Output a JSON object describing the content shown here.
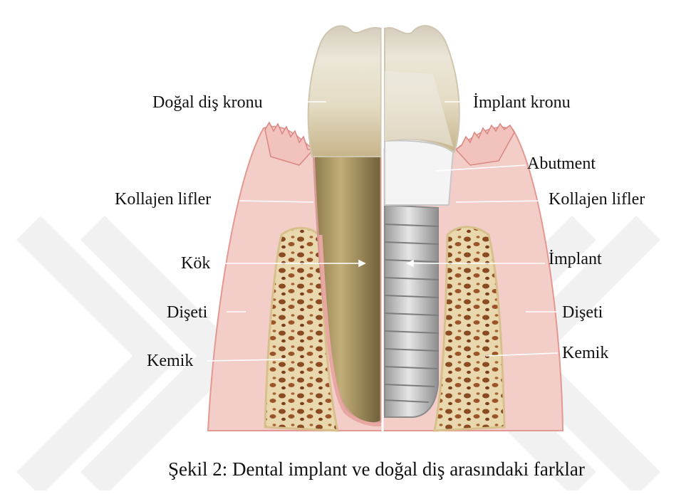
{
  "labels_left": {
    "crown": "Doğal diş kronu",
    "collagen": "Kollajen lifler",
    "root": "Kök",
    "gum": "Dişeti",
    "bone": "Kemik"
  },
  "labels_right": {
    "crown": "İmplant kronu",
    "abutment": "Abutment",
    "collagen": "Kollajen lifler",
    "implant": "İmplant",
    "gum": "Dişeti",
    "bone": "Kemik"
  },
  "caption": "Şekil 2: Dental implant ve doğal diş arasındaki farklar",
  "colors": {
    "gum": "#f2c4c0",
    "gum_edge": "#e0908c",
    "bone": "#ecdcb4",
    "bone_pore": "#8a4a22",
    "crown": "#ece6d4",
    "root": "#b8a26e",
    "implant": "#c8c8c8",
    "watermark": "#efefef"
  }
}
